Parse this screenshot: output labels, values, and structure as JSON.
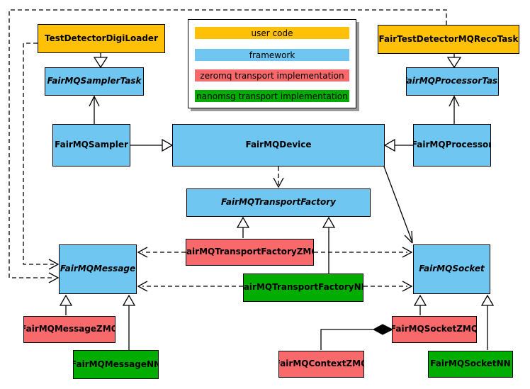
{
  "legend": {
    "items": [
      {
        "label": "user code",
        "color": "#FFC107"
      },
      {
        "label": "framework",
        "color": "#6EC6F1"
      },
      {
        "label": "zeromq transport implementation",
        "color": "#F8696B"
      },
      {
        "label": "nanomsg transport implementation",
        "color": "#00AD00"
      }
    ]
  },
  "nodes": {
    "testDetectorDigiLoader": {
      "label": "TestDetectorDigiLoader",
      "category": "user code"
    },
    "fairTestDetectorMQRecoTask": {
      "label": "FairTestDetectorMQRecoTask",
      "category": "user code"
    },
    "fairMQSamplerTask": {
      "label": "FairMQSamplerTask",
      "category": "framework",
      "abstract": true
    },
    "fairMQProcessorTask": {
      "label": "FairMQProcessorTask",
      "category": "framework",
      "abstract": true
    },
    "fairMQSampler": {
      "label": "FairMQSampler",
      "category": "framework"
    },
    "fairMQDevice": {
      "label": "FairMQDevice",
      "category": "framework"
    },
    "fairMQProcessor": {
      "label": "FairMQProcessor",
      "category": "framework"
    },
    "fairMQTransportFactory": {
      "label": "FairMQTransportFactory",
      "category": "framework",
      "abstract": true
    },
    "fairMQTransportFactoryZMQ": {
      "label": "FairMQTransportFactoryZMQ",
      "category": "zeromq transport implementation"
    },
    "fairMQTransportFactoryNN": {
      "label": "FairMQTransportFactoryNN",
      "category": "nanomsg transport implementation"
    },
    "fairMQMessage": {
      "label": "FairMQMessage",
      "category": "framework",
      "abstract": true
    },
    "fairMQSocket": {
      "label": "FairMQSocket",
      "category": "framework",
      "abstract": true
    },
    "fairMQMessageZMQ": {
      "label": "FairMQMessageZMQ",
      "category": "zeromq transport implementation"
    },
    "fairMQMessageNN": {
      "label": "FairMQMessageNN",
      "category": "nanomsg transport implementation"
    },
    "fairMQSocketZMQ": {
      "label": "FairMQSocketZMQ",
      "category": "zeromq transport implementation"
    },
    "fairMQSocketNN": {
      "label": "FairMQSocketNN",
      "category": "nanomsg transport implementation"
    },
    "fairMQContextZMQ": {
      "label": "FairMQContextZMQ",
      "category": "zeromq transport implementation"
    }
  },
  "edges": [
    {
      "from": "TestDetectorDigiLoader",
      "to": "FairMQSamplerTask",
      "type": "inheritance"
    },
    {
      "from": "FairTestDetectorMQRecoTask",
      "to": "FairMQProcessorTask",
      "type": "inheritance"
    },
    {
      "from": "FairMQSampler",
      "to": "FairMQSamplerTask",
      "type": "association"
    },
    {
      "from": "FairMQProcessor",
      "to": "FairMQProcessorTask",
      "type": "association"
    },
    {
      "from": "FairMQSampler",
      "to": "FairMQDevice",
      "type": "inheritance"
    },
    {
      "from": "FairMQProcessor",
      "to": "FairMQDevice",
      "type": "inheritance"
    },
    {
      "from": "FairMQDevice",
      "to": "FairMQTransportFactory",
      "type": "dashed-dependency"
    },
    {
      "from": "FairMQDevice",
      "to": "FairMQSocket",
      "type": "association"
    },
    {
      "from": "FairMQTransportFactoryZMQ",
      "to": "FairMQTransportFactory",
      "type": "inheritance"
    },
    {
      "from": "FairMQTransportFactoryNN",
      "to": "FairMQTransportFactory",
      "type": "inheritance"
    },
    {
      "from": "FairMQTransportFactoryZMQ",
      "to": "FairMQMessage",
      "type": "dashed-dependency"
    },
    {
      "from": "FairMQTransportFactoryZMQ",
      "to": "FairMQSocket",
      "type": "dashed-dependency"
    },
    {
      "from": "FairMQTransportFactoryNN",
      "to": "FairMQMessage",
      "type": "dashed-dependency"
    },
    {
      "from": "FairMQTransportFactoryNN",
      "to": "FairMQSocket",
      "type": "dashed-dependency"
    },
    {
      "from": "TestDetectorDigiLoader",
      "to": "FairMQMessage",
      "type": "dashed-dependency"
    },
    {
      "from": "FairTestDetectorMQRecoTask",
      "to": "FairMQMessage",
      "type": "dashed-dependency"
    },
    {
      "from": "FairMQMessageZMQ",
      "to": "FairMQMessage",
      "type": "inheritance"
    },
    {
      "from": "FairMQMessageNN",
      "to": "FairMQMessage",
      "type": "inheritance"
    },
    {
      "from": "FairMQSocketZMQ",
      "to": "FairMQSocket",
      "type": "inheritance"
    },
    {
      "from": "FairMQSocketNN",
      "to": "FairMQSocket",
      "type": "inheritance"
    },
    {
      "from": "FairMQContextZMQ",
      "to": "FairMQSocketZMQ",
      "type": "composition"
    }
  ]
}
